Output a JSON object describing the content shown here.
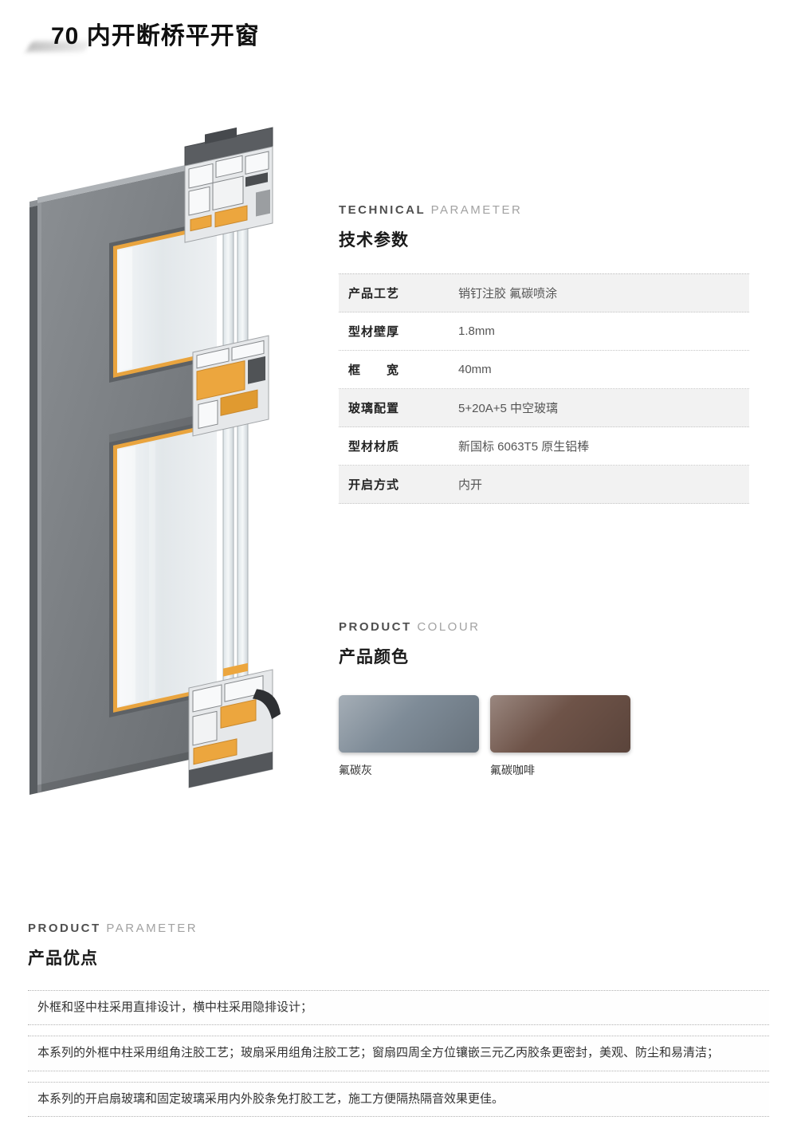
{
  "page": {
    "title": "70 内开断桥平开窗"
  },
  "technical": {
    "heading_en_primary": "TECHNICAL",
    "heading_en_secondary": "PARAMETER",
    "heading_zh": "技术参数",
    "rows": [
      {
        "label": "产品工艺",
        "value": "销钉注胶 氟碳喷涂"
      },
      {
        "label": "型材壁厚",
        "value": "1.8mm"
      },
      {
        "label": "框　　宽",
        "value": "40mm"
      },
      {
        "label": "玻璃配置",
        "value": "5+20A+5 中空玻璃"
      },
      {
        "label": "型材材质",
        "value": "新国标 6063T5 原生铝棒"
      },
      {
        "label": "开启方式",
        "value": "内开"
      }
    ]
  },
  "colour": {
    "heading_en_primary": "PRODUCT",
    "heading_en_secondary": "COLOUR",
    "heading_zh": "产品颜色",
    "swatches": [
      {
        "name": "氟碳灰",
        "color": "#7e8b97"
      },
      {
        "name": "氟碳咖啡",
        "color": "#6e5348"
      }
    ]
  },
  "advantages": {
    "heading_en_primary": "PRODUCT",
    "heading_en_secondary": "PARAMETER",
    "heading_zh": "产品优点",
    "items": [
      "外框和竖中柱采用直排设计，横中柱采用隐排设计；",
      "本系列的外框中柱采用组角注胶工艺；玻扇采用组角注胶工艺；窗扇四周全方位镶嵌三元乙丙胶条更密封，美观、防尘和易清洁；",
      "本系列的开启扇玻璃和固定玻璃采用内外胶条免打胶工艺，施工方便隔热隔音效果更佳。"
    ]
  },
  "illustration": {
    "name": "window-profile-cutaway",
    "colors": {
      "frame_gray": "#787c80",
      "frame_dark": "#54575b",
      "frame_light": "#aeb2b6",
      "thermal_break_orange": "#eca63e",
      "glass": "#e9edf0",
      "cut_face": "#e6e8ea"
    }
  }
}
